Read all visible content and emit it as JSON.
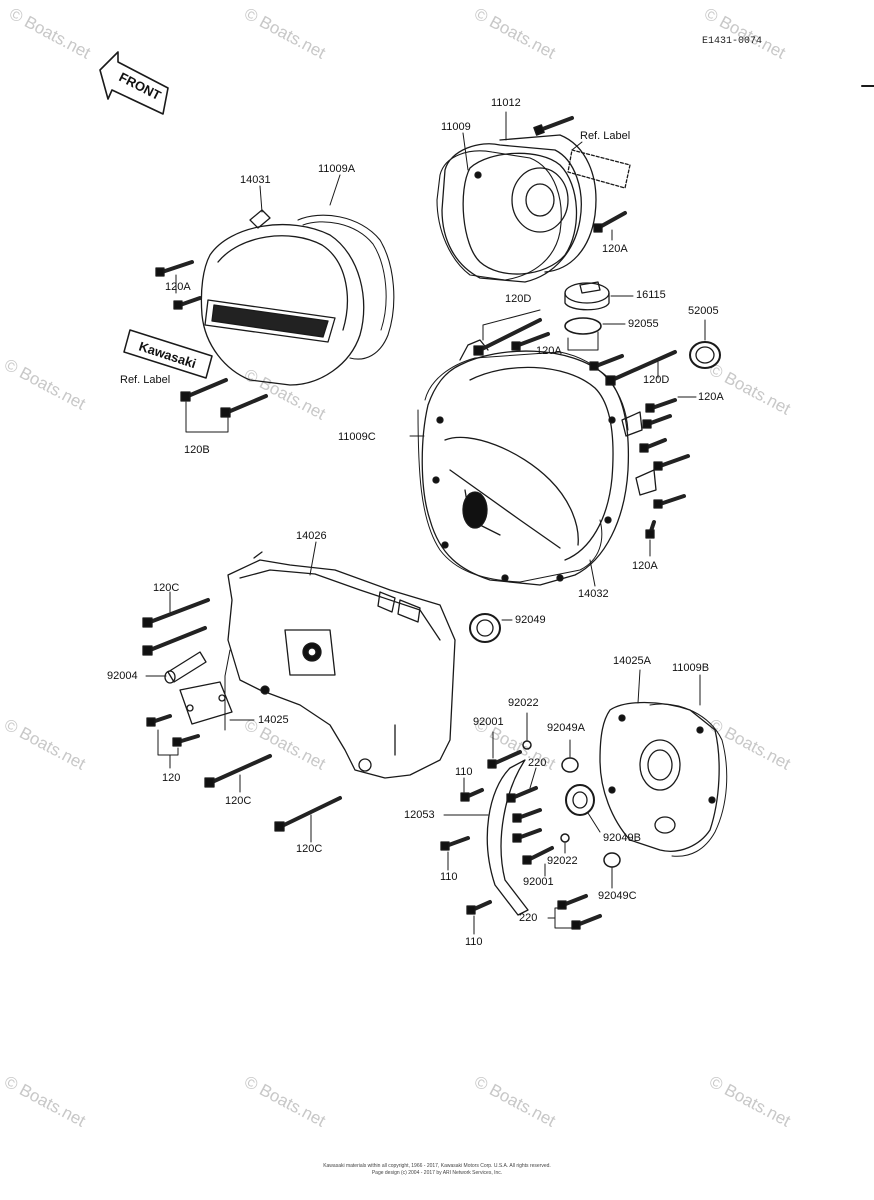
{
  "diagram_code": "E1431-0074",
  "front_arrow_text": "FRONT",
  "brand_emblem_text": "Kawasaki",
  "watermark_text": "© Boats.net",
  "labels": {
    "l11012": "11012",
    "l11009": "11009",
    "refLabelTop": "Ref. Label",
    "l14031": "14031",
    "l11009A": "11009A",
    "l120A_top": "120A",
    "l120A_left": "120A",
    "refLabelLeft": "Ref. Label",
    "l120B": "120B",
    "l120D_top": "120D",
    "l16115": "16115",
    "l92055": "92055",
    "l52005": "52005",
    "l120A_mid": "120A",
    "l120D_right": "120D",
    "l120A_right": "120A",
    "l11009C": "11009C",
    "l120A_bot": "120A",
    "l14032": "14032",
    "l14026": "14026",
    "l120C_top": "120C",
    "l92049": "92049",
    "l92004": "92004",
    "l14025": "14025",
    "l120": "120",
    "l120C_mid": "120C",
    "l120C_bot": "120C",
    "l14025A": "14025A",
    "l11009B": "11009B",
    "l92022_top": "92022",
    "l92001_top": "92001",
    "l92049A": "92049A",
    "l110_top": "110",
    "l220_top": "220",
    "l12053": "12053",
    "l92049B": "92049B",
    "l92022_bot": "92022",
    "l110_mid": "110",
    "l92001_bot": "92001",
    "l92049C": "92049C",
    "l220_bot": "220",
    "l110_bot": "110"
  },
  "footer": {
    "line1": "Kawasaki materials within all copyright, 1966 - 2017, Kawasaki Motors Corp. U.S.A. All rights reserved.",
    "line2": "Page design (c) 2004 - 2017 by ARI Network Services, Inc."
  }
}
